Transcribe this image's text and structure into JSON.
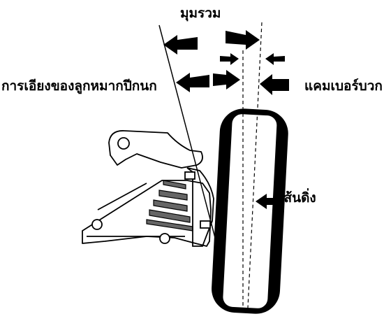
{
  "labels": {
    "total_angle": "มุมรวม",
    "kingpin_inclination": "การเอียงของลูกหมากปีกนก",
    "camber": "แคมเบอร์บวก",
    "vertical_line": "เส้นดิ่ง"
  },
  "colors": {
    "ink": "#000000",
    "background": "#ffffff"
  }
}
